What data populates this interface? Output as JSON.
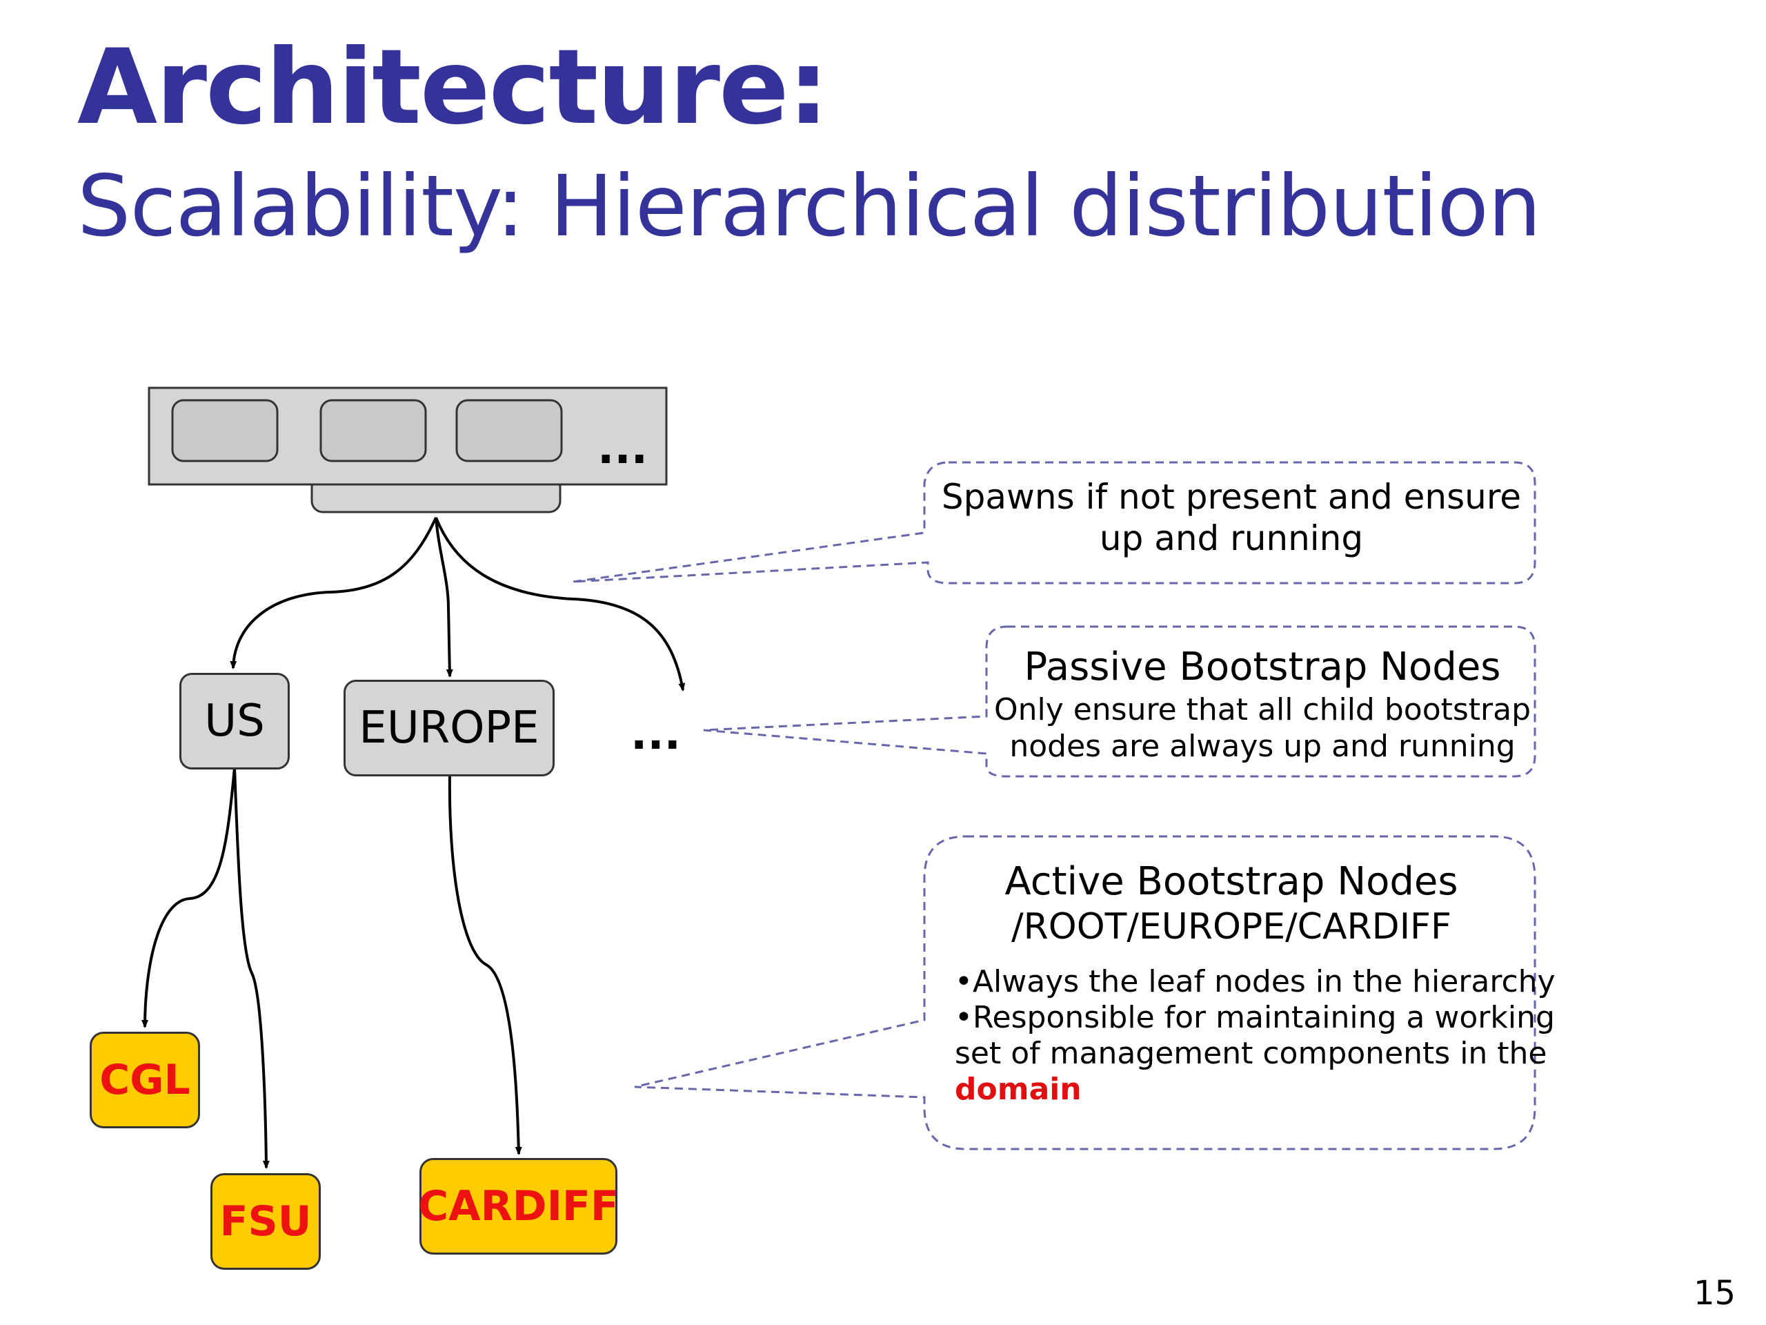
{
  "slide": {
    "title": "Architecture:",
    "subtitle": "Scalability: Hierarchical distribution",
    "page_number": "15"
  },
  "diagram": {
    "root_ellipsis": "...",
    "regions": [
      {
        "id": "us",
        "label": "US"
      },
      {
        "id": "europe",
        "label": "EUROPE"
      }
    ],
    "region_ellipsis": "...",
    "leaves": [
      {
        "id": "cgl",
        "label": "CGL"
      },
      {
        "id": "fsu",
        "label": "FSU"
      },
      {
        "id": "cardiff",
        "label": "CARDIFF"
      }
    ]
  },
  "callouts": {
    "root": {
      "lines": [
        "Spawns if not present and ensure",
        "up and running"
      ]
    },
    "passive": {
      "heading": "Passive Bootstrap Nodes",
      "lines": [
        "Only ensure that all child bootstrap",
        "nodes are always up and running"
      ]
    },
    "active": {
      "heading": "Active Bootstrap Nodes",
      "path": "/ROOT/EUROPE/CARDIFF",
      "bullet1": "•Always the leaf nodes in the hierarchy",
      "bullet2": "•Responsible for maintaining a working",
      "bullet2_cont": "set of management components in the",
      "bullet2_highlight": "domain"
    }
  },
  "colors": {
    "title": "#33339a",
    "leaf_fill": "#ffcc00",
    "leaf_text": "#ee1111",
    "region_fill": "#d4d5d5",
    "callout_border": "#6666aa",
    "highlight": "#e01010"
  }
}
